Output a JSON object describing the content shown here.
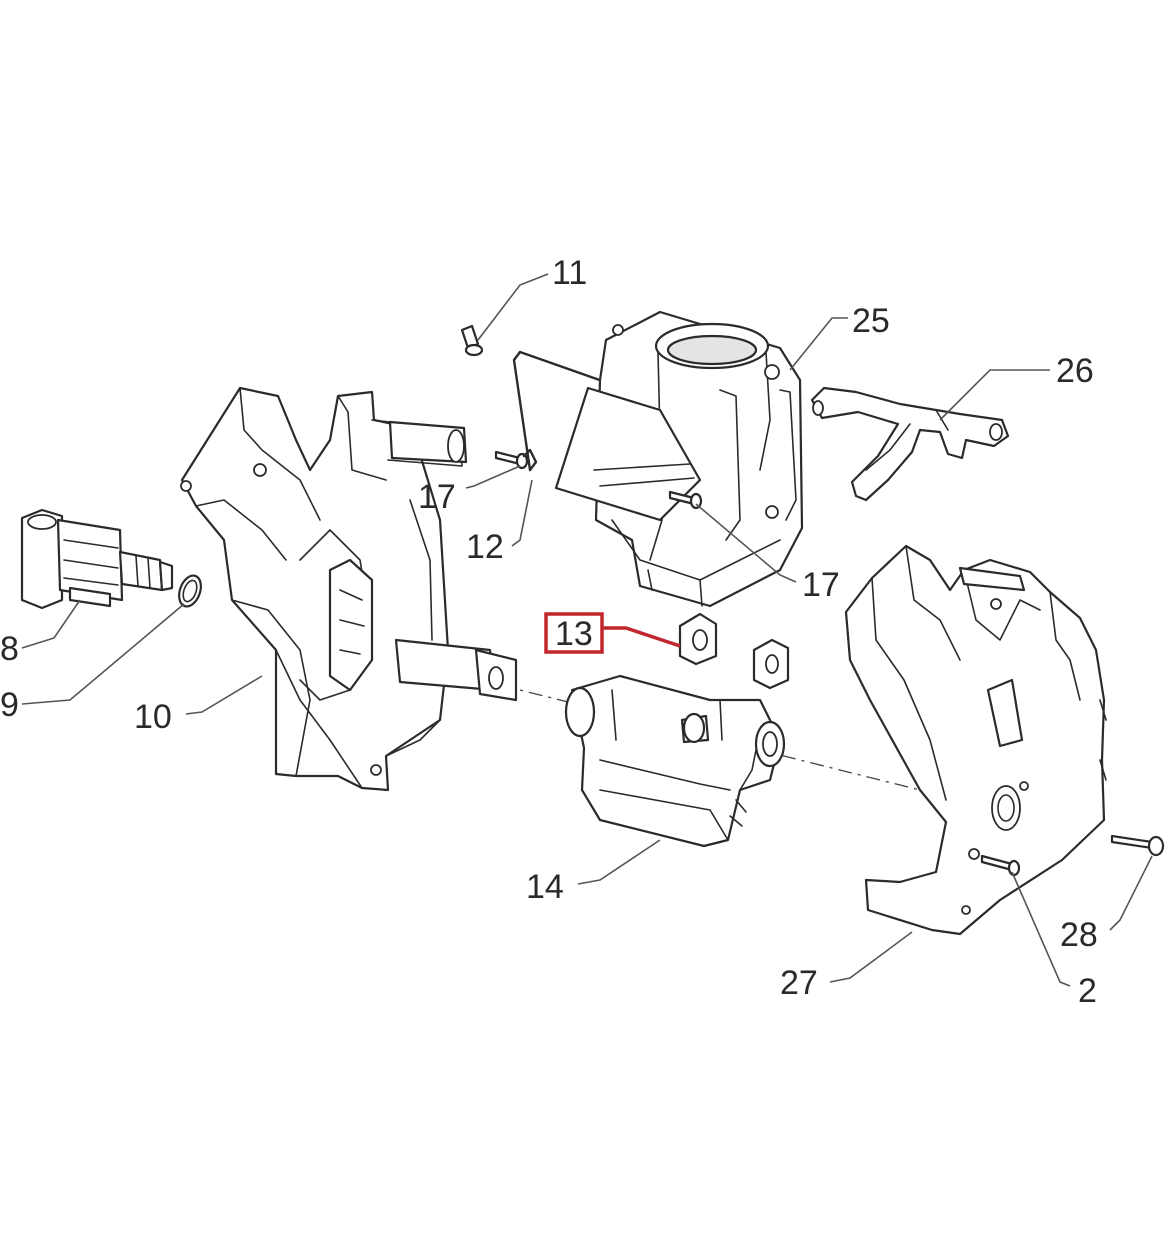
{
  "diagram": {
    "highlight_color": "#c0262c",
    "line_color": "#2b2b2b",
    "callouts": [
      {
        "id": "c11",
        "label": "11"
      },
      {
        "id": "c25",
        "label": "25"
      },
      {
        "id": "c26",
        "label": "26"
      },
      {
        "id": "c17a",
        "label": "17"
      },
      {
        "id": "c12",
        "label": "12"
      },
      {
        "id": "c17b",
        "label": "17"
      },
      {
        "id": "c8",
        "label": "8"
      },
      {
        "id": "c9",
        "label": "9"
      },
      {
        "id": "c10",
        "label": "10"
      },
      {
        "id": "c13",
        "label": "13",
        "highlighted": true
      },
      {
        "id": "c14",
        "label": "14"
      },
      {
        "id": "c28",
        "label": "28"
      },
      {
        "id": "c27",
        "label": "27"
      },
      {
        "id": "c2",
        "label": "2"
      }
    ]
  }
}
